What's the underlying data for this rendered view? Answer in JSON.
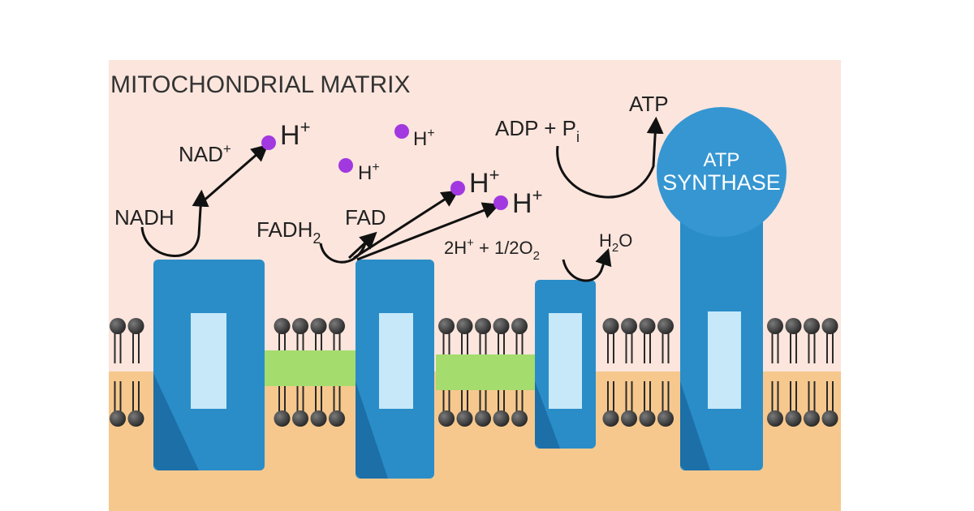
{
  "labels": {
    "matrix": "MITOCHONDRIAL MATRIX",
    "nadh": "NADH",
    "nad": "NAD",
    "nad_sup": "+",
    "fadh": "FADH",
    "fadh_sub": "2",
    "fad": "FAD",
    "h": "H",
    "h_sup": "+",
    "adp": "ADP + P",
    "adp_sub": "i",
    "atp": "ATP",
    "water_reaction_a": "2H",
    "water_reaction_sup": "+",
    "water_reaction_b": " + 1/2O",
    "water_reaction_sub": "2",
    "water_h": "H",
    "water_sub": "2",
    "water_o": "O",
    "synthase_line1": "ATP",
    "synthase_line2": "SYNTHASE"
  },
  "colors": {
    "matrix_bg": "#fbe5dd",
    "intermembrane_bg": "#f6c88e",
    "protein": "#2a8dc8",
    "protein_dark": "#1d6fa8",
    "protein_window": "#c6e8f8",
    "carrier": "#a5dc6e",
    "lipid_head": "#3a3a3a",
    "proton": "#a238e0",
    "synthase_head": "#3596d2"
  }
}
